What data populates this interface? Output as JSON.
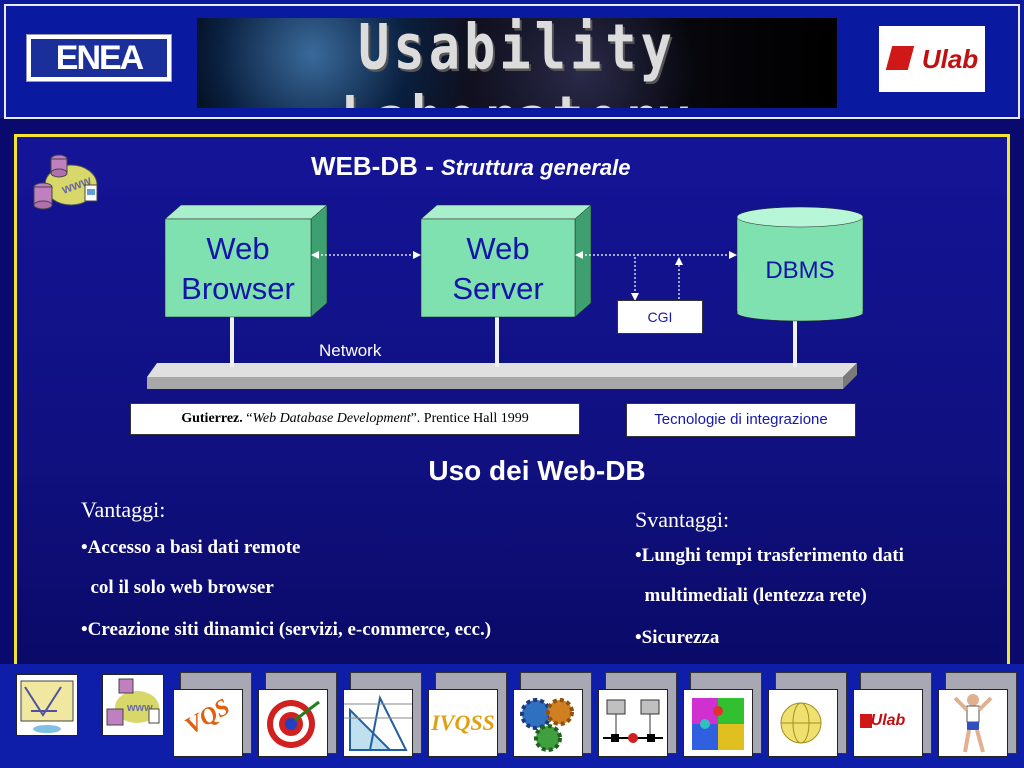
{
  "header": {
    "left_logo": "ENEA",
    "banner_title": "Usability Laboratory",
    "right_logo": "Ulab"
  },
  "slide": {
    "title_main": "WEB-DB -",
    "title_sub": "Struttura generale",
    "diagram": {
      "web_browser": [
        "Web",
        "Browser"
      ],
      "web_server": [
        "Web",
        "Server"
      ],
      "dbms": "DBMS",
      "cgi": "CGI",
      "network": "Network",
      "reference": {
        "author": "Gutierrez.",
        "quote_open": " “",
        "book": "Web Database Development",
        "rest": "”. Prentice Hall 1999"
      },
      "tech_box": "Tecnologie di integrazione"
    },
    "uso_title": "Uso dei Web-DB",
    "vantaggi": {
      "heading": "Vantaggi:",
      "items": [
        "•Accesso a basi dati remote",
        "  col il solo web browser",
        "•Creazione siti dinamici (servizi, e-commerce, ecc.)"
      ]
    },
    "svantaggi": {
      "heading": "Svantaggi:",
      "items": [
        "•Lunghi tempi trasferimento dati",
        "  multimediali (lentezza rete)",
        "•Sicurezza"
      ]
    }
  },
  "footer": {
    "icons": [
      "world-map-icon",
      "www-database-icon",
      "vqs-icon",
      "target-icon",
      "drafting-tools-icon",
      "ivqss-icon",
      "gears-icon",
      "network-computers-icon",
      "puzzle-icon",
      "globe-icon",
      "ulab-logo-icon",
      "runner-icon"
    ],
    "vqs_text": "VQS",
    "ivqss_text": "IVQSS",
    "ulab_text": "Ulab"
  },
  "colors": {
    "background": "#101080",
    "box_green": "#7fe0b0",
    "border_yellow": "#f2e430",
    "footer_blue": "#0f1ea8"
  }
}
